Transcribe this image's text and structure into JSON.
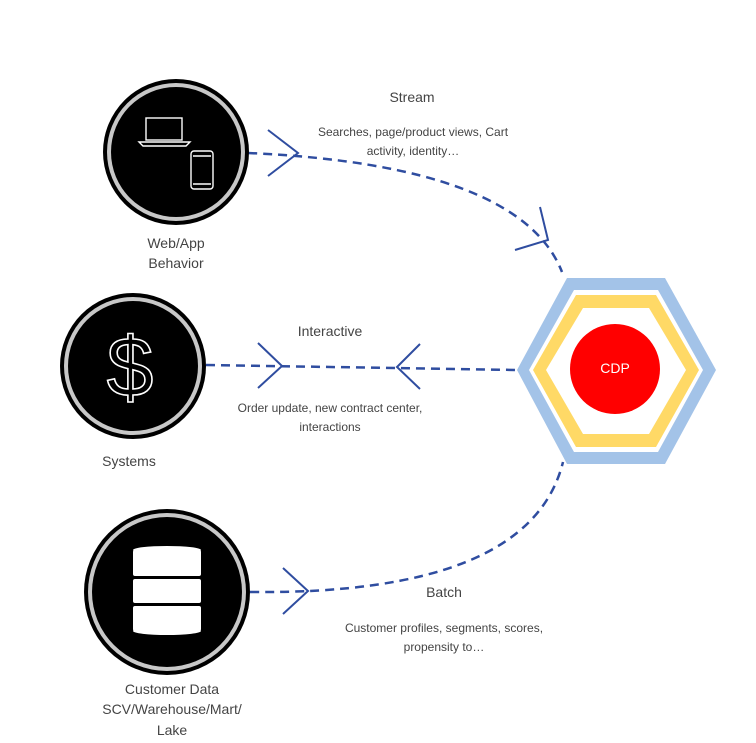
{
  "sources": {
    "web": {
      "label_line1": "Web/App",
      "label_line2": "Behavior",
      "icons": [
        "laptop-icon",
        "phone-icon"
      ]
    },
    "systems": {
      "label": "Systems",
      "icons": [
        "dollar-icon"
      ]
    },
    "customer_data": {
      "label_line1": "Customer Data",
      "label_line2": "SCV/Warehouse/Mart/",
      "label_line3": "Lake",
      "icons": [
        "database-icon"
      ]
    }
  },
  "flows": {
    "stream": {
      "title": "Stream",
      "desc_line1": "Searches, page/product views, Cart",
      "desc_line2": "activity, identity…"
    },
    "interactive": {
      "title": "Interactive",
      "desc_line1": "Order update, new contract center,",
      "desc_line2": "interactions"
    },
    "batch": {
      "title": "Batch",
      "desc_line1": "Customer profiles, segments, scores,",
      "desc_line2": "propensity to…"
    }
  },
  "hub": {
    "label": "CDP"
  },
  "colors": {
    "arrow": "#2f4da0",
    "hex_outer": "#a3c3e8",
    "hex_inner": "#ffd966",
    "core": "#ff0000",
    "node_fill": "#000000",
    "node_ring": "#c8c8c8"
  }
}
